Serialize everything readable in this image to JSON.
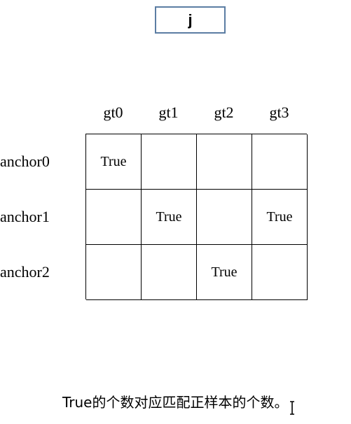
{
  "index_label": "j",
  "columns": [
    "gt0",
    "gt1",
    "gt2",
    "gt3"
  ],
  "rows": [
    "anchor0",
    "anchor1",
    "anchor2"
  ],
  "matrix": [
    [
      "True",
      "",
      "",
      ""
    ],
    [
      "",
      "True",
      "",
      "True"
    ],
    [
      "",
      "",
      "True",
      ""
    ]
  ],
  "caption": "True的个数对应匹配正样本的个数。"
}
